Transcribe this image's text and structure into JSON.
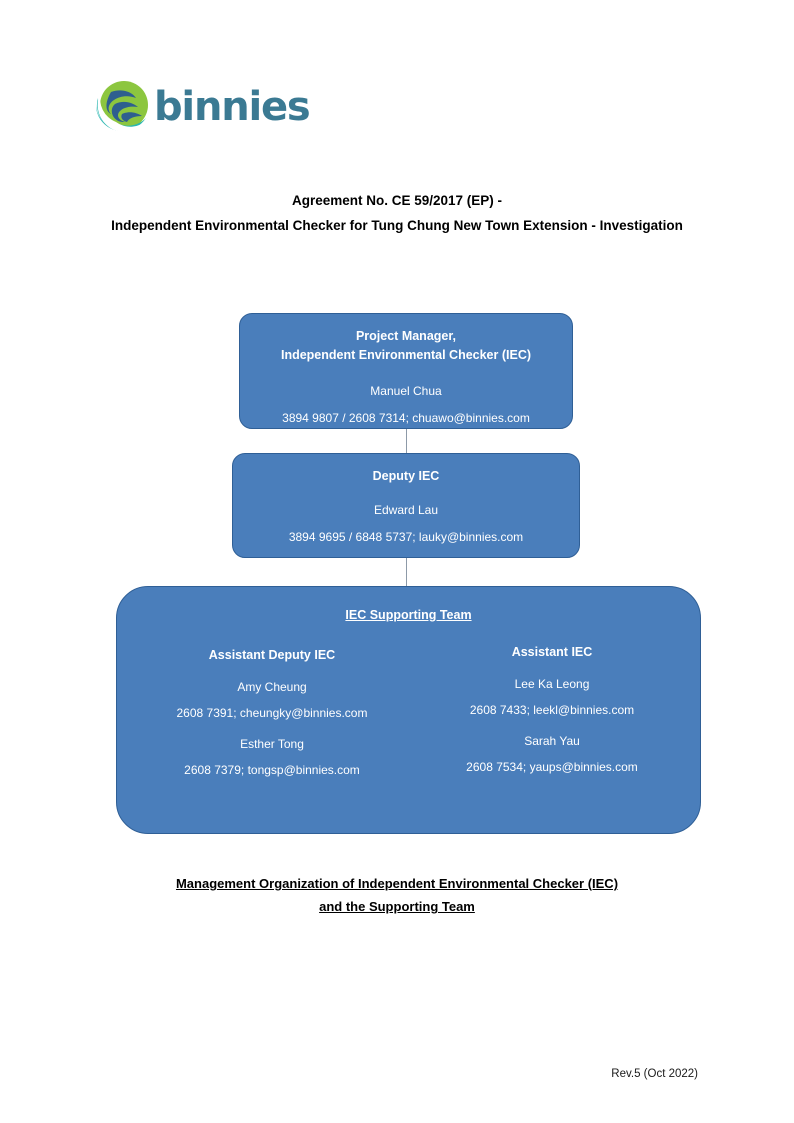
{
  "logo": {
    "wordmark": "binnies",
    "mark_colors": {
      "green": "#8cc63f",
      "teal": "#29b6b0",
      "navy": "#2e5f8f",
      "wordmark": "#3b7a93"
    }
  },
  "document": {
    "title_line1": "Agreement No. CE 59/2017 (EP) -",
    "title_line2": "Independent Environmental Checker for Tung Chung New Town Extension - Investigation",
    "caption_line1": "Management Organization of Independent Environmental Checker (IEC)",
    "caption_line2": "and the Supporting Team",
    "revision": "Rev.5 (Oct 2022)"
  },
  "theme": {
    "node_fill": "#4a7ebb",
    "node_border": "#2f5f96",
    "node_text": "#ffffff",
    "connector": "#8d9aa8"
  },
  "chart_data": {
    "type": "diagram",
    "title": "Management Organization of Independent Environmental Checker (IEC) and the Supporting Team",
    "nodes": [
      {
        "id": "project-manager",
        "title_line1": "Project Manager,",
        "title_line2": "Independent Environmental Checker (IEC)",
        "name": "Manuel Chua",
        "contact": "3894 9807 / 2608 7314; chuawo@binnies.com"
      },
      {
        "id": "deputy-iec",
        "title": "Deputy IEC",
        "name": "Edward Lau",
        "contact": "3894 9695 / 6848 5737; lauky@binnies.com"
      },
      {
        "id": "supporting-team",
        "heading": "IEC Supporting Team",
        "columns": [
          {
            "title": "Assistant Deputy IEC",
            "people": [
              {
                "name": "Amy Cheung",
                "contact": "2608 7391; cheungky@binnies.com"
              },
              {
                "name": "Esther Tong",
                "contact": "2608 7379; tongsp@binnies.com"
              }
            ]
          },
          {
            "title": "Assistant IEC",
            "people": [
              {
                "name": "Lee Ka Leong",
                "contact": "2608 7433; leekl@binnies.com"
              },
              {
                "name": "Sarah Yau",
                "contact": "2608 7534; yaups@binnies.com"
              }
            ]
          }
        ]
      }
    ],
    "edges": [
      {
        "from": "project-manager",
        "to": "deputy-iec"
      },
      {
        "from": "deputy-iec",
        "to": "supporting-team"
      }
    ]
  }
}
